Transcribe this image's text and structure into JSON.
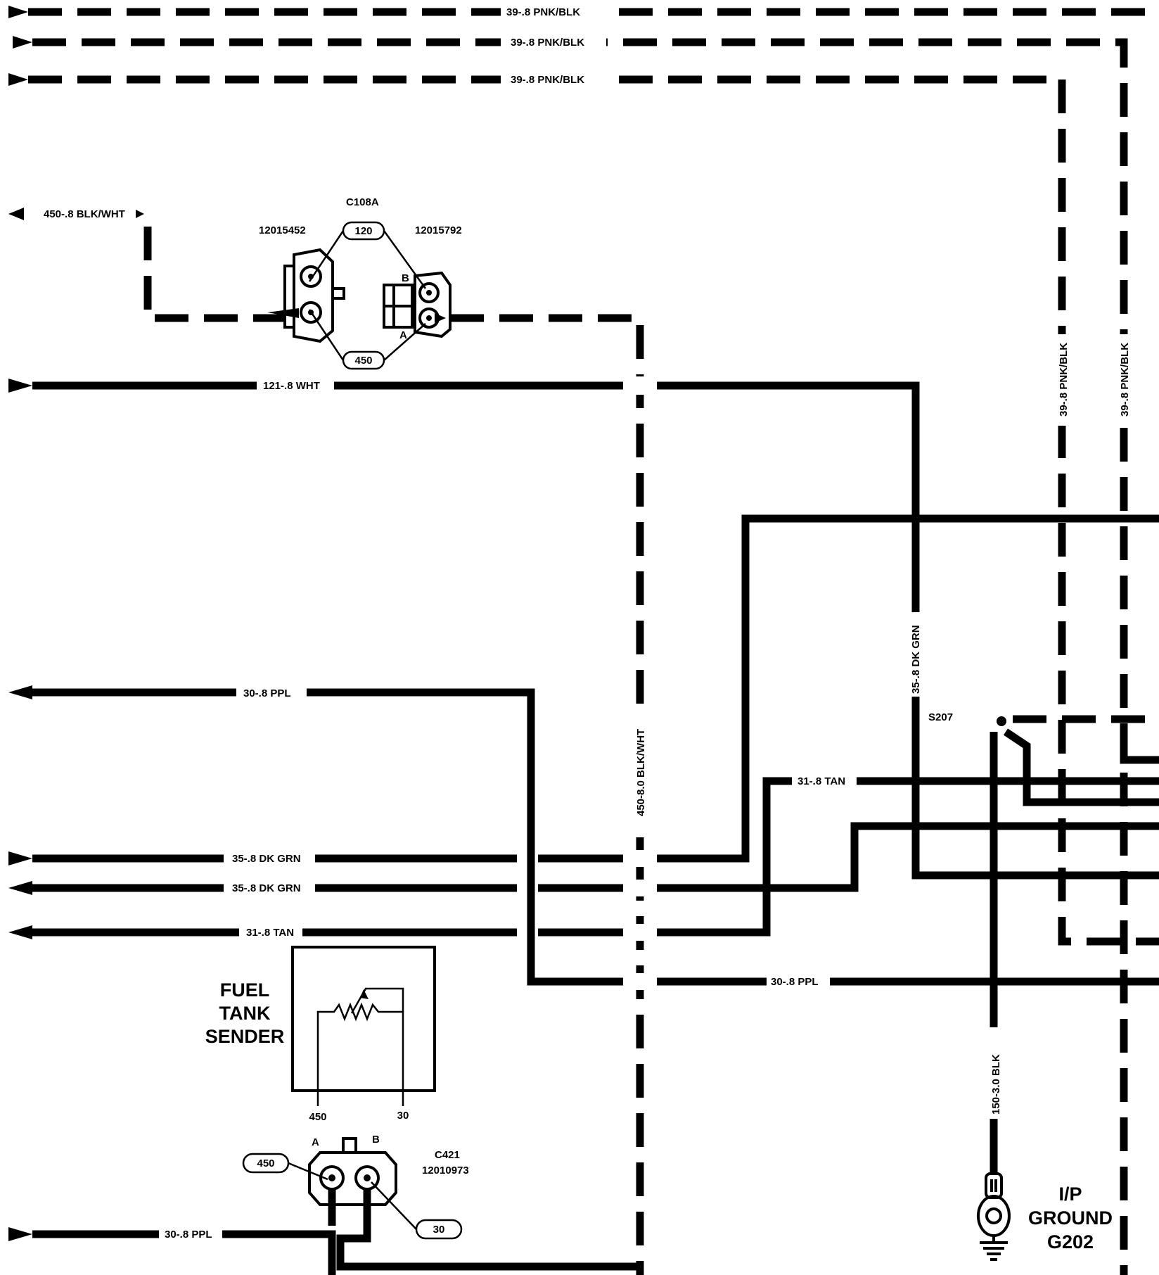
{
  "wires": {
    "pnk_blk_1": "39-.8 PNK/BLK",
    "pnk_blk_2": "39-.8 PNK/BLK",
    "pnk_blk_3": "39-.8 PNK/BLK",
    "blk_wht_left": "450-.8 BLK/WHT",
    "wht": "121-.8 WHT",
    "pnk_blk_v1": "39-.8 PNK/BLK",
    "pnk_blk_v2": "39-.8 PNK/BLK",
    "ppl_left": "30-.8 PPL",
    "dk_grn_v": "35-.8 DK GRN",
    "blk_wht_v": "450-8.0 BLK/WHT",
    "tan_mid": "31-.8 TAN",
    "dk_grn_1": "35-.8 DK GRN",
    "dk_grn_2": "35-.8 DK GRN",
    "tan_left": "31-.8 TAN",
    "ppl_mid": "30-.8 PPL",
    "blk_ground": "150-3.0 BLK",
    "ppl_bottom": "30-.8 PPL"
  },
  "connector_c108a": {
    "name": "C108A",
    "left_part": "12015452",
    "right_part": "12015792",
    "cav_top": "120",
    "cav_bottom": "450",
    "pin_b": "B",
    "pin_a": "A"
  },
  "splice": "S207",
  "sender": {
    "title_line1": "FUEL",
    "title_line2": "TANK",
    "title_line3": "SENDER",
    "term_left": "450",
    "term_right": "30"
  },
  "connector_c421": {
    "name": "C421",
    "part": "12010973",
    "pin_a": "A",
    "pin_b": "B",
    "cav_left": "450",
    "cav_right": "30"
  },
  "ground": {
    "line1": "I/P",
    "line2": "GROUND",
    "line3": "G202"
  }
}
